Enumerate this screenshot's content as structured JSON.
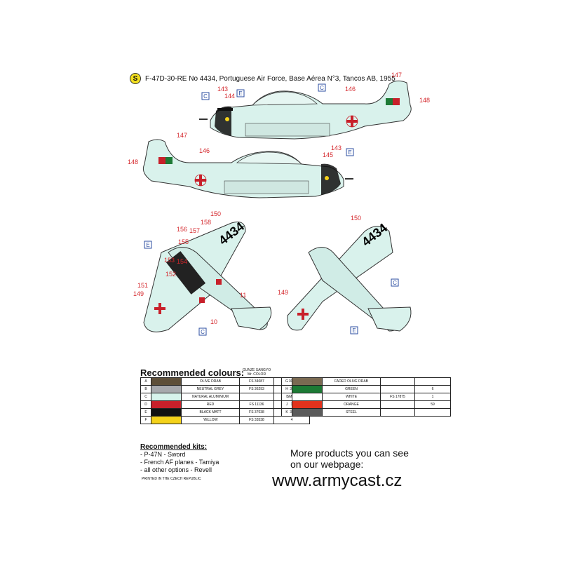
{
  "header": {
    "badge": "S",
    "title": "F-47D-30-RE No 4434, Portuguese Air Force, Base Aérea N°3, Tancos AB, 1955"
  },
  "callouts": {
    "red": [
      "143",
      "144",
      "146",
      "147",
      "148",
      "147",
      "148",
      "146",
      "145",
      "143",
      "150",
      "158",
      "156",
      "157",
      "155",
      "153",
      "154",
      "152",
      "151",
      "149",
      "11",
      "10",
      "150",
      "149"
    ],
    "boxes": [
      "C",
      "E",
      "C",
      "E",
      "E",
      "C",
      "C",
      "E"
    ]
  },
  "markings": {
    "serial": "4434"
  },
  "colours": {
    "title": "Recommended colours:",
    "header_mr": "GUNZE SANGYO Mr. COLOR",
    "left": [
      {
        "code": "A",
        "name": "OLIVE DRAB",
        "fs": "FS 34087",
        "mr": "304",
        "hex": "#5d4f39"
      },
      {
        "code": "B",
        "name": "NEUTRAL GREY",
        "fs": "FS 36293",
        "mr": "31",
        "hex": "#a7a9ad"
      },
      {
        "code": "C",
        "name": "NATURAL ALUMINIUM",
        "fs": "",
        "mr": "SM 01",
        "hex": "#d7f3ec"
      },
      {
        "code": "D",
        "name": "RED",
        "fs": "FS 11136",
        "mr": "3",
        "hex": "#c8202a"
      },
      {
        "code": "E",
        "name": "BLACK MATT",
        "fs": "FS 37038",
        "mr": "33",
        "hex": "#111111"
      },
      {
        "code": "F",
        "name": "YELLOW",
        "fs": "FS 33538",
        "mr": "4",
        "hex": "#f4d21a"
      }
    ],
    "right": [
      {
        "code": "G",
        "name": "FADED OLIVE DRAB",
        "fs": "",
        "mr": "",
        "hex": "#7a6a52"
      },
      {
        "code": "H",
        "name": "GREEN",
        "fs": "",
        "mr": "6",
        "hex": "#1d7a35"
      },
      {
        "code": "I",
        "name": "WHITE",
        "fs": "FS 17875",
        "mr": "1",
        "hex": "#ffffff"
      },
      {
        "code": "J",
        "name": "ORANGE",
        "fs": "",
        "mr": "59",
        "hex": "#e2321c"
      },
      {
        "code": "K",
        "name": "STEEL",
        "fs": "",
        "mr": "",
        "hex": "#5a5a5a"
      }
    ]
  },
  "kits": {
    "title": "Recommended kits:",
    "items": [
      "- P-47N - Sword",
      "- French AF planes - Tamiya",
      "- all other options - Revell"
    ]
  },
  "more": {
    "line1": "More products you can see",
    "line2": "on our webpage:"
  },
  "website": "www.armycast.cz",
  "printed": "PRINTED IN THE CZECH REPUBLIC"
}
